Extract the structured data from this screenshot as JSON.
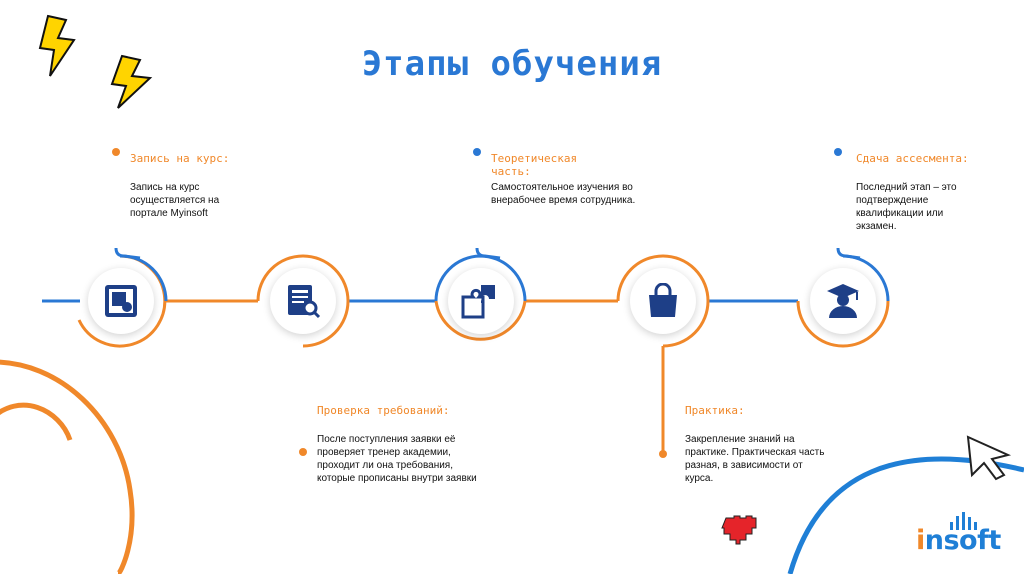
{
  "title": "Этапы обучения",
  "stages": [
    {
      "title": "Запись на курс:",
      "text": "Запись на курс осуществляется на портале Myinsoft",
      "icon": "registration-icon"
    },
    {
      "title": "Проверка требований:",
      "text": "После поступления заявки её проверяет тренер академии, проходит ли она требования, которые прописаны внутри заявки",
      "icon": "document-search-icon"
    },
    {
      "title": "Теоретическая часть:",
      "text": "Самостоятельное изучения во внерабочее время сотрудника.",
      "icon": "puzzle-icon"
    },
    {
      "title": "Практика:",
      "text": "Закрепление знаний на практике. Практическая часть разная, в зависимости от курса.",
      "icon": "shopping-bag-icon"
    },
    {
      "title": "Сдача ассесмента:",
      "text": "Последний этап – это подтверждение квалификации или экзамен.",
      "icon": "graduate-icon"
    }
  ],
  "logo": {
    "prefix": "i",
    "rest": "nsoft"
  },
  "colors": {
    "orange": "#f0882a",
    "blue": "#2a78d4",
    "navy": "#1e3f87",
    "yellow": "#ffd400"
  }
}
